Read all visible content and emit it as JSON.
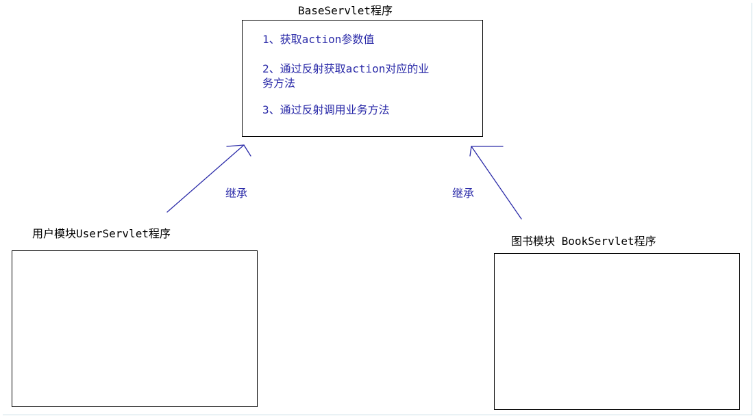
{
  "base": {
    "title": "BaseServlet程序",
    "steps": [
      "1、获取action参数值",
      "2、通过反射获取action对应的业",
      "务方法",
      "3、通过反射调用业务方法"
    ]
  },
  "user_module": {
    "title": "用户模块UserServlet程序"
  },
  "book_module": {
    "title": "图书模块 BookServlet程序"
  },
  "relations": {
    "left_label": "继承",
    "right_label": "继承"
  },
  "colors": {
    "text": "#000000",
    "accent": "#2a2aa8",
    "border": "#000000"
  }
}
